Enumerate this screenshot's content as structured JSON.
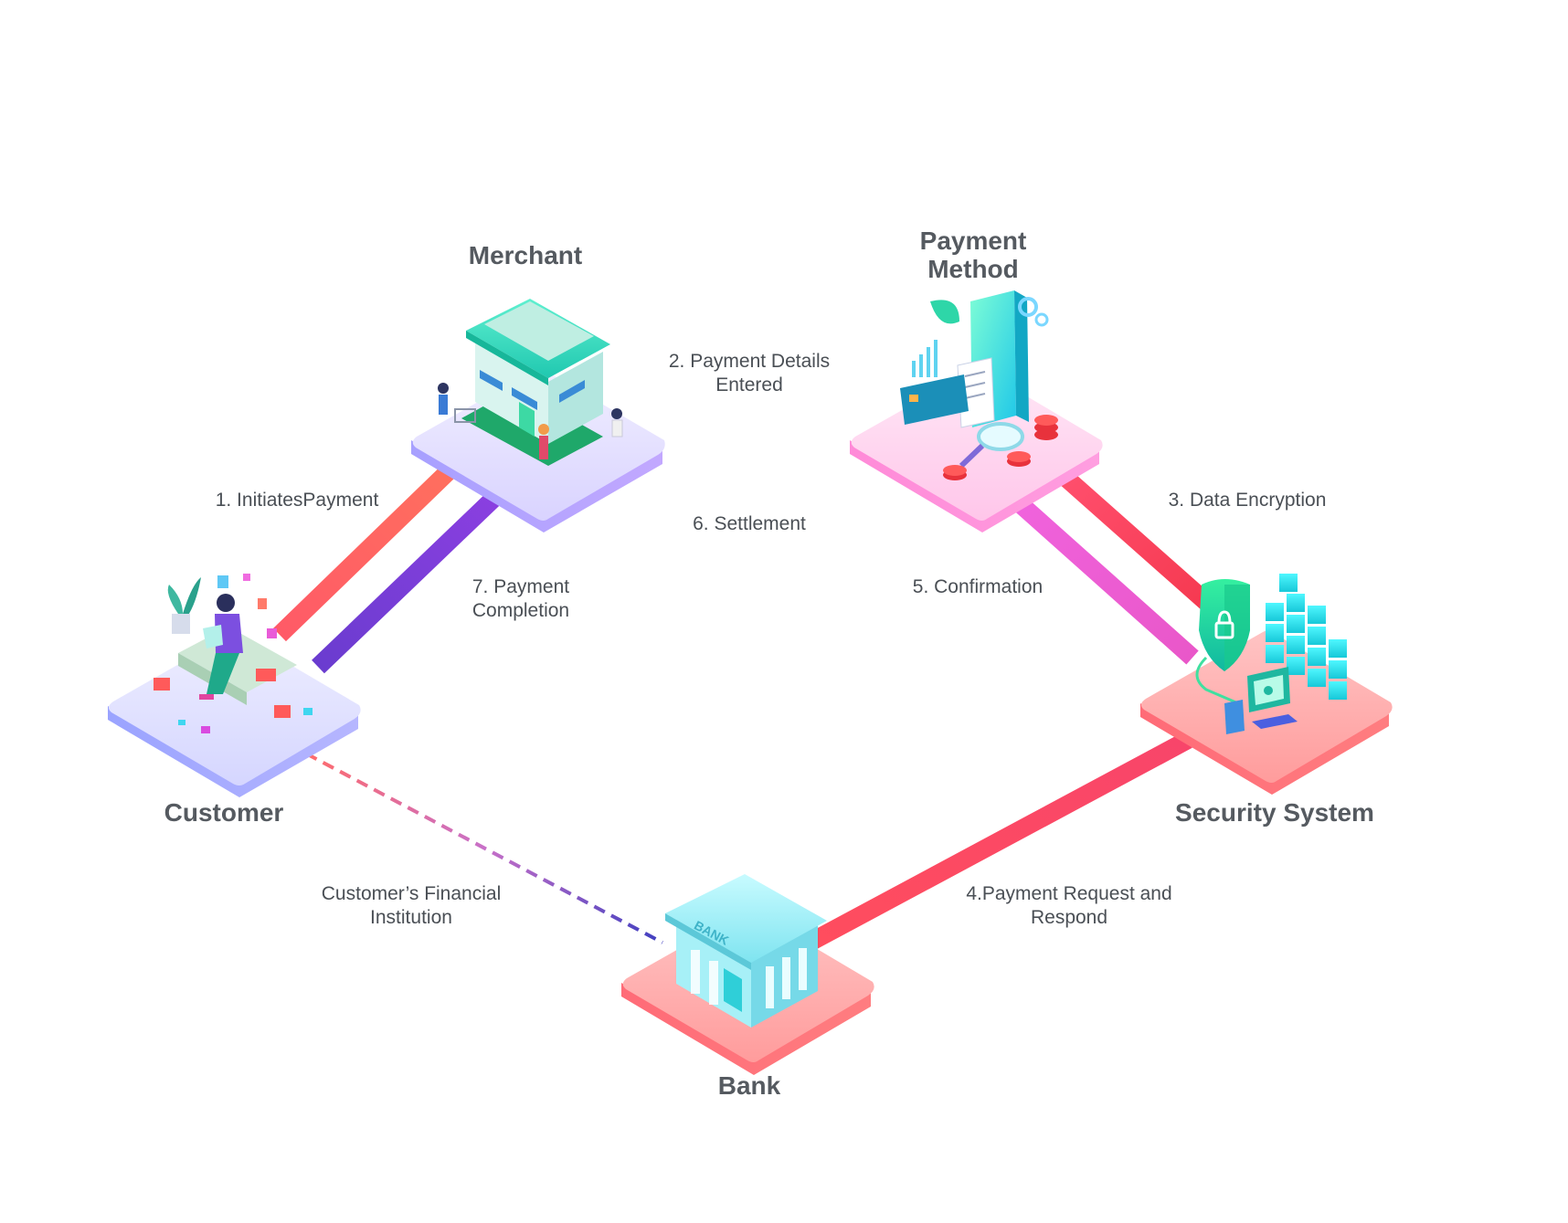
{
  "nodes": {
    "merchant": {
      "title": "Merchant"
    },
    "payment_method": {
      "title": "Payment\nMethod"
    },
    "customer": {
      "title": "Customer"
    },
    "security_system": {
      "title": "Security System"
    },
    "bank": {
      "title": "Bank",
      "sign": "BANK"
    }
  },
  "edges": {
    "initiates_payment": {
      "label": "1. InitiatesPayment"
    },
    "payment_details": {
      "label": "2. Payment Details\nEntered"
    },
    "data_encryption": {
      "label": "3. Data Encryption"
    },
    "payment_request": {
      "label": "4.Payment Request and\nRespond"
    },
    "confirmation": {
      "label": "5. Confirmation"
    },
    "settlement": {
      "label": "6. Settlement"
    },
    "payment_completion": {
      "label": "7. Payment\nCompletion"
    },
    "financial_institution": {
      "label": "Customer’s Financial\nInstitution"
    }
  },
  "colors": {
    "red_path": "#fb4f5e",
    "purple_path": "#7a3fd6",
    "magenta_path": "#e95be0",
    "title_text": "#555a60",
    "label_text": "#4a4f55"
  },
  "icons": {
    "merchant": "store-illustration",
    "payment_method": "credit-card-receipt-illustration",
    "customer": "person-with-laptop-illustration",
    "security_system": "shield-lock-illustration",
    "bank": "bank-building-illustration"
  }
}
